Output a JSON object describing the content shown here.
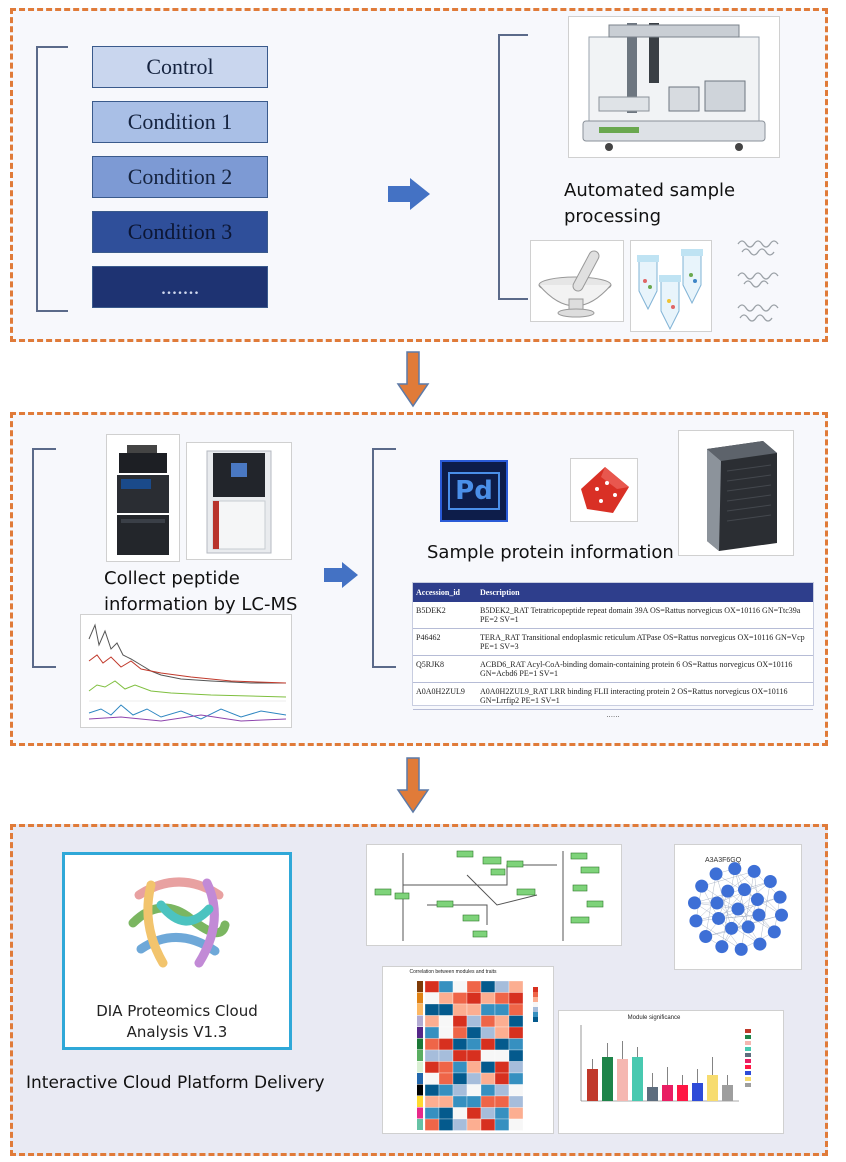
{
  "panel1": {
    "conditions": [
      {
        "label": "Control",
        "fill": "#c9d6ee"
      },
      {
        "label": "Condition 1",
        "fill": "#a9bfe6"
      },
      {
        "label": "Condition 2",
        "fill": "#7d9ad4"
      },
      {
        "label": "Condition 3",
        "fill": "#2f4f9a"
      },
      {
        "label": ".......",
        "fill": "#1e3372"
      }
    ],
    "automation_label": "Automated sample processing"
  },
  "panel2": {
    "lcms_label": "Collect peptide information by LC-MS",
    "protein_label": "Sample protein information",
    "software_icon_text": "Pd",
    "table": {
      "headers": [
        "Accession_id",
        "Description"
      ],
      "rows": [
        [
          "B5DEK2",
          "B5DEK2_RAT Tetratricopeptide repeat domain 39A OS=Rattus norvegicus OX=10116 GN=Ttc39a PE=2 SV=1"
        ],
        [
          "P46462",
          "TERA_RAT Transitional endoplasmic reticulum ATPase OS=Rattus norvegicus OX=10116 GN=Vcp PE=1 SV=3"
        ],
        [
          "Q5RJK8",
          "ACBD6_RAT Acyl-CoA-binding domain-containing protein 6 OS=Rattus norvegicus OX=10116 GN=Acbd6 PE=1 SV=1"
        ],
        [
          "A0A0H2ZUL9",
          "A0A0H2ZUL9_RAT LRR binding FLII interacting protein 2 OS=Rattus norvegicus OX=10116 GN=Lrrfip2 PE=1 SV=1"
        ]
      ],
      "more": "......"
    }
  },
  "panel3": {
    "app_title": "DIA Proteomics Cloud Analysis V1.3",
    "delivery_label": "Interactive Cloud Platform Delivery",
    "heatmap_title": "Correlation between modules and traits",
    "barchart_title": "Module significance",
    "network_label": "A3A3F6GQ"
  },
  "colors": {
    "panel_border": "#e07b39",
    "flow_arrow": "#e07b39",
    "step_arrow": "#4472c4",
    "table_header": "#2e3e8c"
  }
}
